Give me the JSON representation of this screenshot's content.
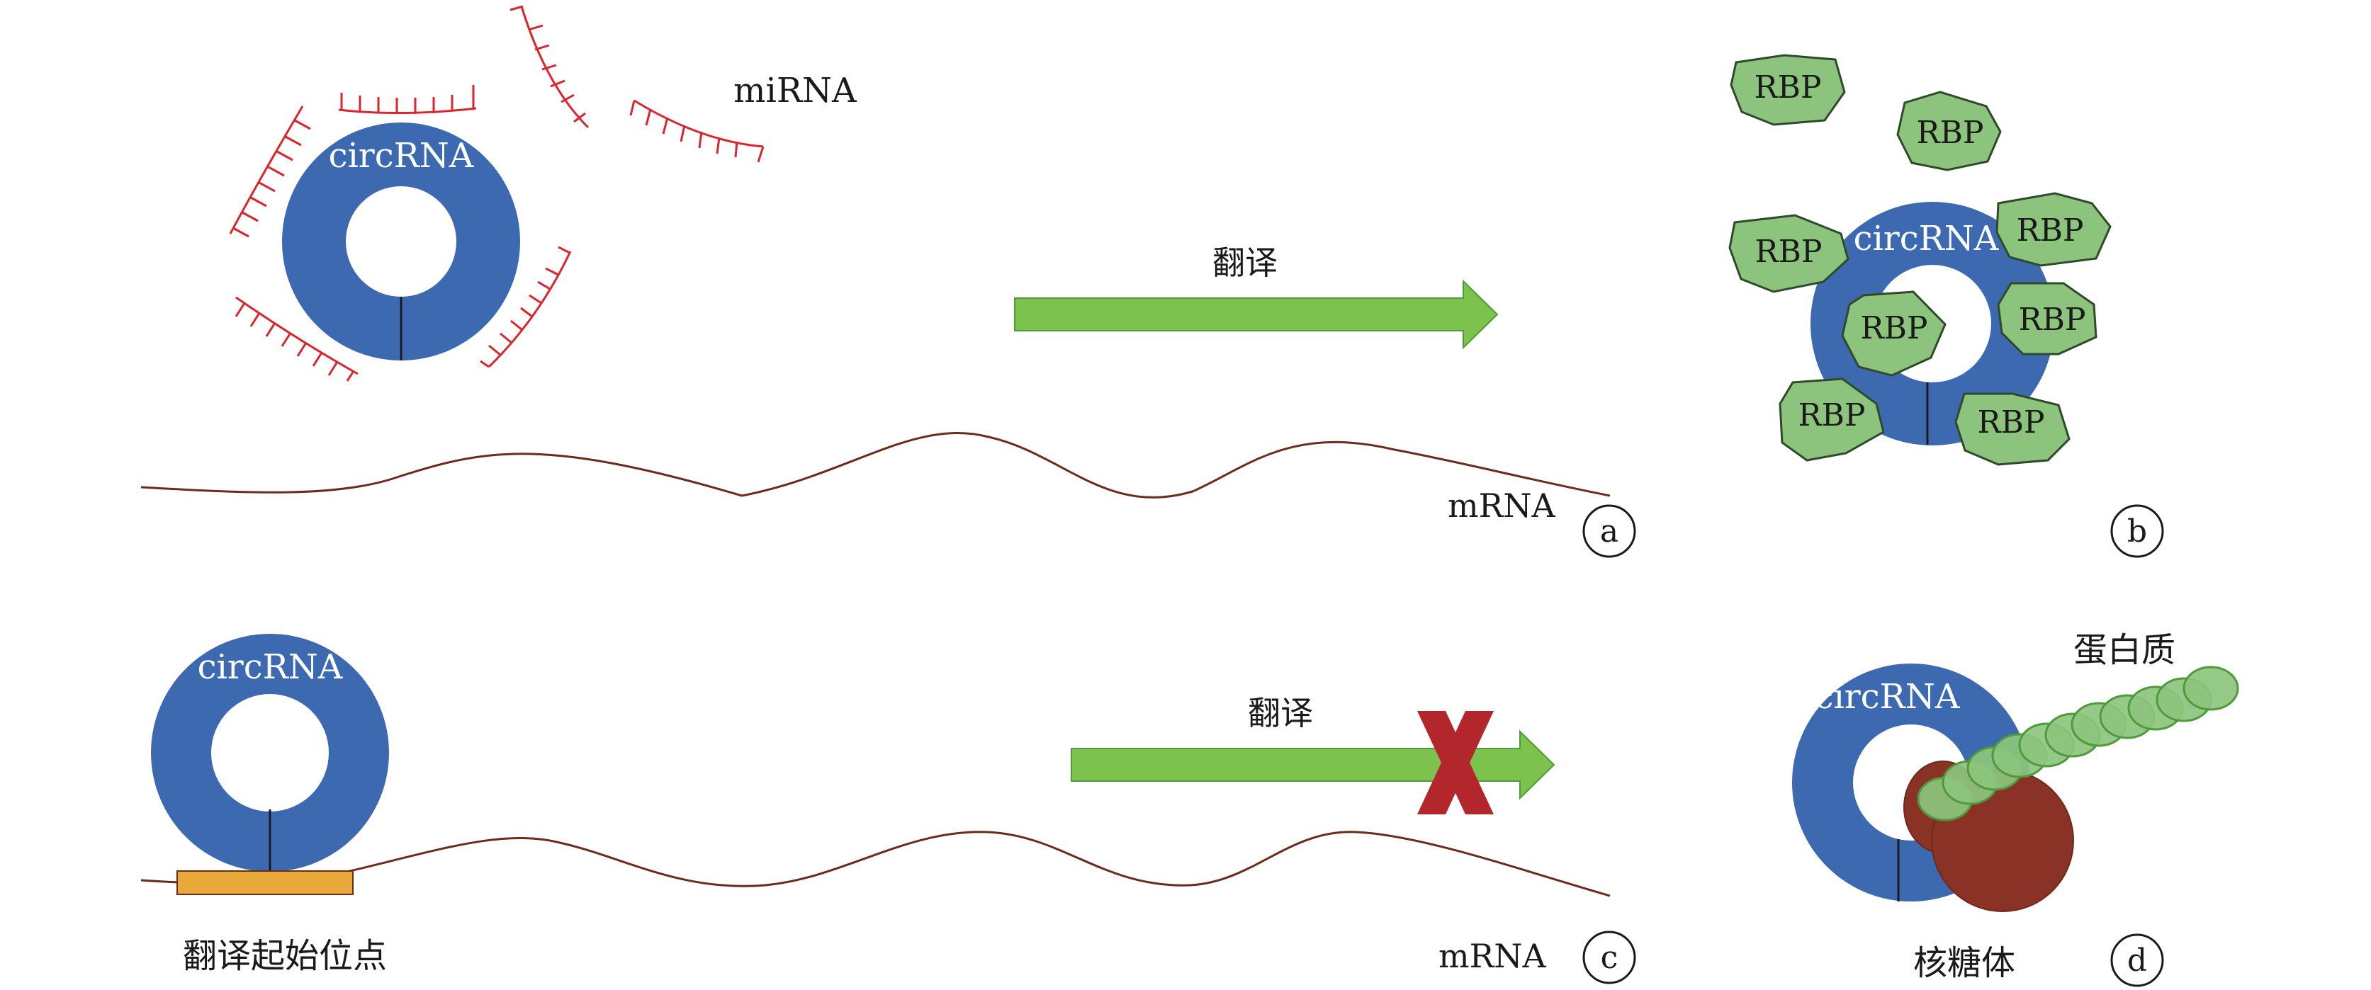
{
  "colors": {
    "circrna": "#3d69b1",
    "mirna": "#d9262e",
    "mrna": "#6b2c1c",
    "arrow": "#7cc34d",
    "arrow_stroke": "#4f9a3a",
    "rbp_fill": "#8cc47d",
    "rbp_stroke": "#2f4a2a",
    "start_site": "#e8a93a",
    "cross": "#b3272c",
    "ribosome": "#8a3226",
    "protein_bead": "#8cc47d"
  },
  "panel_a": {
    "circrna_label": "circRNA",
    "mirna_label": "miRNA",
    "arrow_label": "翻译",
    "mrna_label": "mRNA",
    "panel_label": "a"
  },
  "panel_b": {
    "circrna_label": "circRNA",
    "rbp_labels": [
      "RBP",
      "RBP",
      "RBP",
      "RBP",
      "RBP",
      "RBP",
      "RBP",
      "RBP"
    ],
    "panel_label": "b"
  },
  "panel_c": {
    "circrna_label": "circRNA",
    "arrow_label": "翻译",
    "start_site_label": "翻译起始位点",
    "mrna_label": "mRNA",
    "panel_label": "c"
  },
  "panel_d": {
    "circrna_label": "circRNA",
    "protein_label": "蛋白质",
    "ribosome_label": "核糖体",
    "panel_label": "d"
  }
}
